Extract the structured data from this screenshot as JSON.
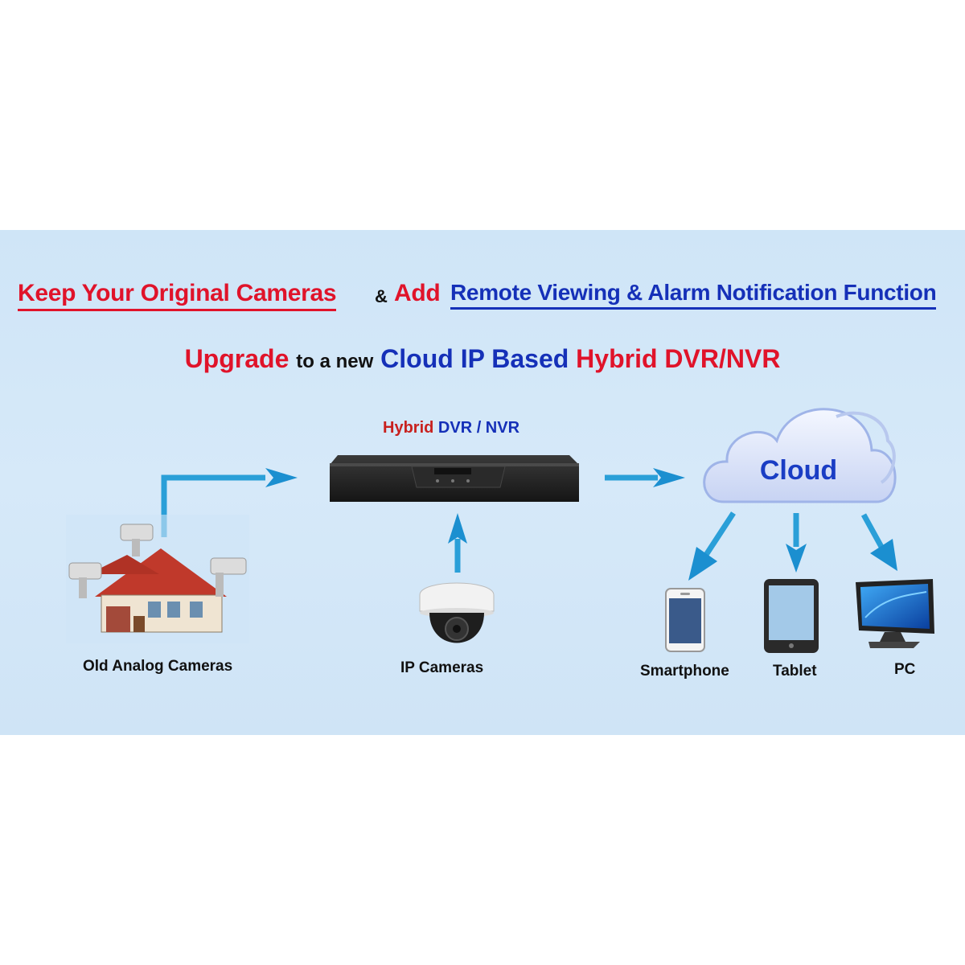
{
  "headline": {
    "part1": "Keep Your Original Cameras",
    "amp": "&",
    "part2": "Add",
    "part3": "Remote Viewing & Alarm Notification Function"
  },
  "subhead": {
    "w1": "Upgrade",
    "w2": "to a new",
    "w3": "Cloud IP Based",
    "w4": "Hybrid DVR/NVR"
  },
  "dvr": {
    "title_hybrid": "Hybrid",
    "title_rest": "DVR / NVR"
  },
  "cloud": {
    "label": "Cloud"
  },
  "devices": {
    "analog": "Old Analog Cameras",
    "ip": "IP Cameras",
    "smartphone": "Smartphone",
    "tablet": "Tablet",
    "pc": "PC"
  },
  "colors": {
    "red": "#e0132a",
    "blue": "#1530b8",
    "arrow": "#2a9fd8",
    "panel": "#d3e7f8"
  },
  "icons": [
    "house-cameras-icon",
    "dome-camera-icon",
    "dvr-box-icon",
    "cloud-icon",
    "smartphone-icon",
    "tablet-icon",
    "pc-monitor-icon",
    "arrow-icon"
  ]
}
